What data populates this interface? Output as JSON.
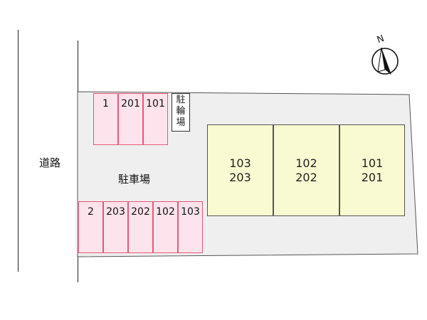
{
  "road_label": "道路",
  "parking_label": "駐車場",
  "bike_parking_label": "駐輪場",
  "compass_letter": "N",
  "parking_top_row": [
    "1",
    "201",
    "101"
  ],
  "parking_bottom_row": [
    "2",
    "203",
    "202",
    "102",
    "103"
  ],
  "units": [
    {
      "top": "103",
      "bottom": "203"
    },
    {
      "top": "102",
      "bottom": "202"
    },
    {
      "top": "101",
      "bottom": "201"
    }
  ]
}
